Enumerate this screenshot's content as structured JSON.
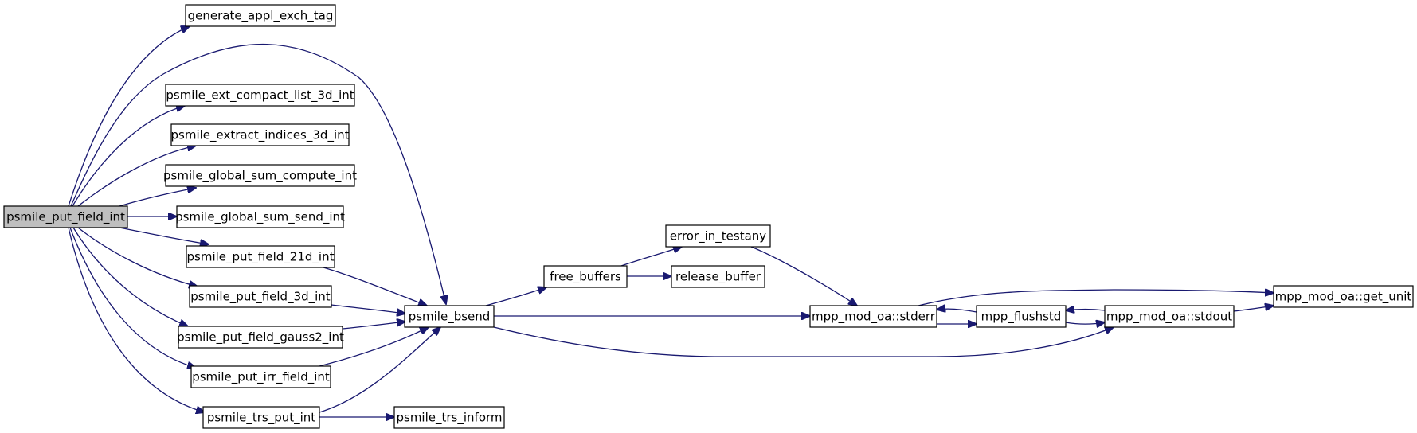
{
  "graph": {
    "nodes": [
      {
        "id": "put_field_int",
        "label": "psmile_put_field_int",
        "root": true
      },
      {
        "id": "gen_tag",
        "label": "generate_appl_exch_tag"
      },
      {
        "id": "ext_compact",
        "label": "psmile_ext_compact_list_3d_int"
      },
      {
        "id": "extract_idx",
        "label": "psmile_extract_indices_3d_int"
      },
      {
        "id": "gsum_compute",
        "label": "psmile_global_sum_compute_int"
      },
      {
        "id": "gsum_send",
        "label": "psmile_global_sum_send_int"
      },
      {
        "id": "put_21d",
        "label": "psmile_put_field_21d_int"
      },
      {
        "id": "put_3d",
        "label": "psmile_put_field_3d_int"
      },
      {
        "id": "put_gauss2",
        "label": "psmile_put_field_gauss2_int"
      },
      {
        "id": "put_irr",
        "label": "psmile_put_irr_field_int"
      },
      {
        "id": "trs_put",
        "label": "psmile_trs_put_int"
      },
      {
        "id": "bsend",
        "label": "psmile_bsend"
      },
      {
        "id": "trs_inform",
        "label": "psmile_trs_inform"
      },
      {
        "id": "free_buffers",
        "label": "free_buffers"
      },
      {
        "id": "error_testany",
        "label": "error_in_testany"
      },
      {
        "id": "release_buffer",
        "label": "release_buffer"
      },
      {
        "id": "stderr",
        "label": "mpp_mod_oa::stderr"
      },
      {
        "id": "flushstd",
        "label": "mpp_flushstd"
      },
      {
        "id": "stdout",
        "label": "mpp_mod_oa::stdout"
      },
      {
        "id": "get_unit",
        "label": "mpp_mod_oa::get_unit"
      }
    ],
    "edges": [
      {
        "from": "put_field_int",
        "to": "gen_tag"
      },
      {
        "from": "put_field_int",
        "to": "bsend"
      },
      {
        "from": "put_field_int",
        "to": "ext_compact"
      },
      {
        "from": "put_field_int",
        "to": "extract_idx"
      },
      {
        "from": "put_field_int",
        "to": "gsum_compute"
      },
      {
        "from": "put_field_int",
        "to": "gsum_send"
      },
      {
        "from": "put_field_int",
        "to": "put_21d"
      },
      {
        "from": "put_field_int",
        "to": "put_3d"
      },
      {
        "from": "put_field_int",
        "to": "put_gauss2"
      },
      {
        "from": "put_field_int",
        "to": "put_irr"
      },
      {
        "from": "put_field_int",
        "to": "trs_put"
      },
      {
        "from": "put_21d",
        "to": "bsend"
      },
      {
        "from": "put_3d",
        "to": "bsend"
      },
      {
        "from": "put_gauss2",
        "to": "bsend"
      },
      {
        "from": "put_irr",
        "to": "bsend"
      },
      {
        "from": "trs_put",
        "to": "bsend"
      },
      {
        "from": "trs_put",
        "to": "trs_inform"
      },
      {
        "from": "bsend",
        "to": "free_buffers"
      },
      {
        "from": "bsend",
        "to": "stderr"
      },
      {
        "from": "bsend",
        "to": "stdout"
      },
      {
        "from": "free_buffers",
        "to": "error_testany"
      },
      {
        "from": "free_buffers",
        "to": "release_buffer"
      },
      {
        "from": "error_testany",
        "to": "stderr"
      },
      {
        "from": "stderr",
        "to": "get_unit"
      },
      {
        "from": "stderr",
        "to": "flushstd"
      },
      {
        "from": "flushstd",
        "to": "stderr"
      },
      {
        "from": "flushstd",
        "to": "stdout"
      },
      {
        "from": "stdout",
        "to": "flushstd"
      },
      {
        "from": "stdout",
        "to": "get_unit"
      }
    ]
  },
  "colors": {
    "edge": "#191970",
    "node_border": "#000000",
    "node_fill": "#ffffff",
    "root_fill": "#bfbfbf"
  }
}
